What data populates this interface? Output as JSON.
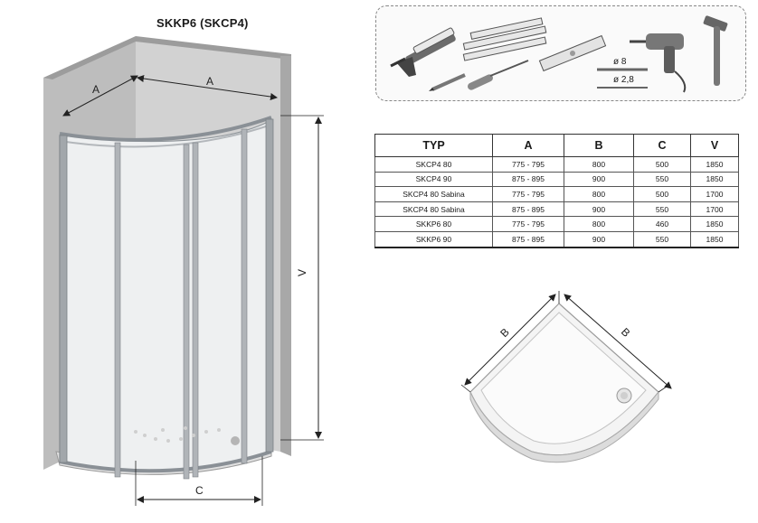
{
  "title": "SKKP6 (SKCP4)",
  "dimensions": {
    "a": "A",
    "v": "V",
    "c": "C",
    "b": "B"
  },
  "tools": {
    "drill_bit_1": "ø 8",
    "drill_bit_2": "ø 2,8"
  },
  "table": {
    "headers": [
      "TYP",
      "A",
      "B",
      "C",
      "V"
    ],
    "rows": [
      [
        "SKCP4 80",
        "775 - 795",
        "800",
        "500",
        "1850"
      ],
      [
        "SKCP4 90",
        "875 - 895",
        "900",
        "550",
        "1850"
      ],
      [
        "SKCP4 80 Sabina",
        "775 - 795",
        "800",
        "500",
        "1700"
      ],
      [
        "SKCP4 80 Sabina",
        "875 - 895",
        "900",
        "550",
        "1700"
      ],
      [
        "SKKP6 80",
        "775 - 795",
        "800",
        "460",
        "1850"
      ],
      [
        "SKKP6 90",
        "875 - 895",
        "900",
        "550",
        "1850"
      ]
    ]
  },
  "colors": {
    "frame": "#9aa0a6",
    "wall": "#c7c7c7",
    "wall_dark": "#a9a9a9",
    "glass": "#f1f2f3"
  }
}
